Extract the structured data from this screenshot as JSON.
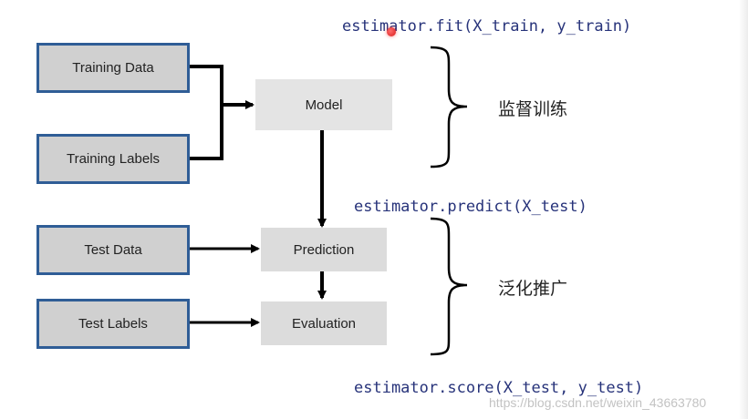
{
  "code": {
    "fit": "estimator.fit(X_train, y_train)",
    "predict": "estimator.predict(X_test)",
    "score": "estimator.score(X_test, y_test)"
  },
  "boxes": {
    "training_data": "Training Data",
    "training_labels": "Training Labels",
    "model": "Model",
    "test_data": "Test Data",
    "test_labels": "Test Labels",
    "prediction": "Prediction",
    "evaluation": "Evaluation"
  },
  "annotations": {
    "supervised_training": "监督训练",
    "generalization": "泛化推广"
  },
  "watermark": "https://blog.csdn.net/weixin_43663780",
  "colors": {
    "data_border": "#2f5d96",
    "code_text": "#27337a",
    "arrow": "#000000"
  }
}
